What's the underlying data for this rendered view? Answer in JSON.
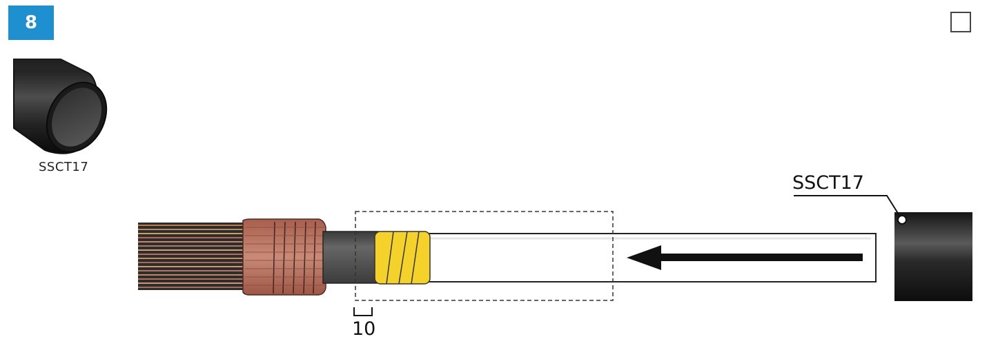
{
  "step": {
    "number": "8"
  },
  "part": {
    "thumbnail_label": "SSCT17",
    "callout_label": "SSCT17"
  },
  "dimension": {
    "value": "10"
  },
  "colors": {
    "badge": "#1e8fcf",
    "tube": "#1a1a1a",
    "tape": "#f4d22a",
    "copper": "#b86b58",
    "cable_jacket": "#4a4a4a",
    "sleeve": "#ffffff"
  },
  "icons": [
    "heat-shrink-tube-icon",
    "direction-arrow-icon",
    "checkbox-icon"
  ]
}
